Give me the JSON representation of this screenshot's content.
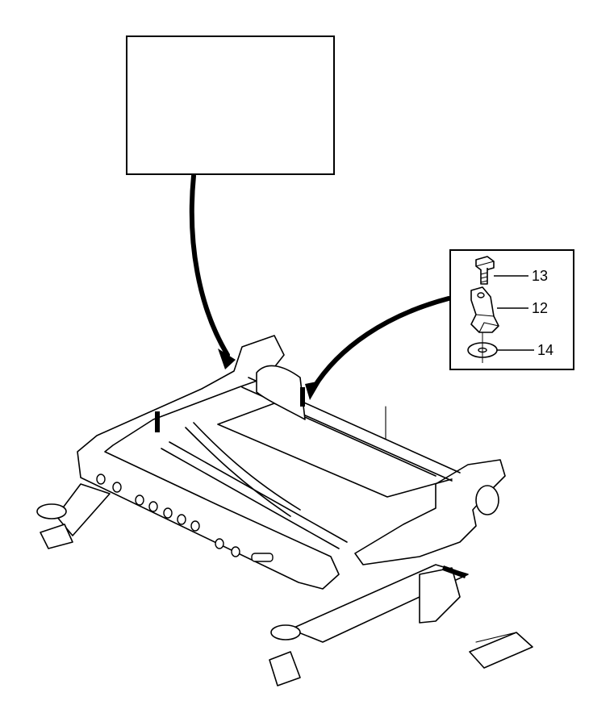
{
  "callouts": [
    {
      "number": "13",
      "part": "bolt"
    },
    {
      "number": "12",
      "part": "bracket"
    },
    {
      "number": "14",
      "part": "washer"
    }
  ],
  "colors": {
    "line": "#000000",
    "background": "#ffffff"
  }
}
